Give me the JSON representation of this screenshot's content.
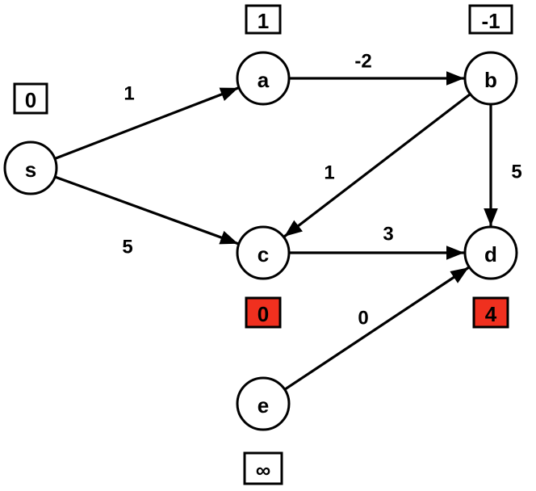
{
  "diagram": {
    "type": "weighted-directed-graph",
    "highlight_color": "#f0301f",
    "nodes": [
      {
        "id": "s",
        "label": "s",
        "distance": "0",
        "highlighted": false
      },
      {
        "id": "a",
        "label": "a",
        "distance": "1",
        "highlighted": false
      },
      {
        "id": "b",
        "label": "b",
        "distance": "-1",
        "highlighted": false
      },
      {
        "id": "c",
        "label": "c",
        "distance": "0",
        "highlighted": true
      },
      {
        "id": "d",
        "label": "d",
        "distance": "4",
        "highlighted": true
      },
      {
        "id": "e",
        "label": "e",
        "distance": "∞",
        "highlighted": false
      }
    ],
    "edges": [
      {
        "from": "s",
        "to": "a",
        "weight": "1"
      },
      {
        "from": "s",
        "to": "c",
        "weight": "5"
      },
      {
        "from": "a",
        "to": "b",
        "weight": "-2"
      },
      {
        "from": "b",
        "to": "c",
        "weight": "1"
      },
      {
        "from": "b",
        "to": "d",
        "weight": "5"
      },
      {
        "from": "c",
        "to": "d",
        "weight": "3"
      },
      {
        "from": "e",
        "to": "d",
        "weight": "0"
      }
    ]
  }
}
